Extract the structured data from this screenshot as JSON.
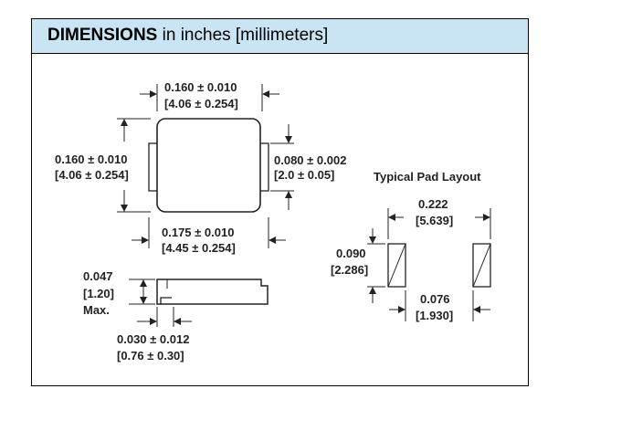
{
  "header": {
    "title_bold": "DIMENSIONS",
    "title_rest": "in inches [millimeters]"
  },
  "top_view": {
    "width_in": "0.160 ± 0.010",
    "width_mm": "[4.06 ± 0.254]",
    "height_in": "0.160 ± 0.010",
    "height_mm": "[4.06 ± 0.254]",
    "terminal_in": "0.080 ± 0.002",
    "terminal_mm": "[2.0 ± 0.05]",
    "bottom_in": "0.175 ± 0.010",
    "bottom_mm": "[4.45 ± 0.254]"
  },
  "side_view": {
    "height_in": "0.047",
    "height_mm": "[1.20]",
    "height_note": "Max.",
    "terminal_in": "0.030 ± 0.012",
    "terminal_mm": "[0.76 ± 0.30]"
  },
  "pad_layout": {
    "title": "Typical Pad Layout",
    "span_in": "0.222",
    "span_mm": "[5.639]",
    "pad_height_in": "0.090",
    "pad_height_mm": "[2.286]",
    "pad_width_in": "0.076",
    "pad_width_mm": "[1.930]"
  }
}
